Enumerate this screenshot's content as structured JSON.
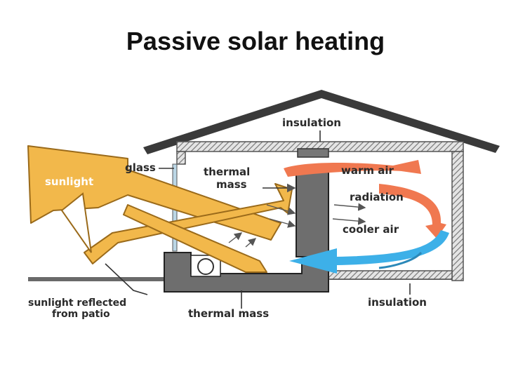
{
  "title": "Passive solar heating",
  "labels": {
    "insulation_top": "insulation",
    "glass": "glass",
    "thermal_mass_wall_line1": "thermal",
    "thermal_mass_wall_line2": "mass",
    "warm_air": "warm air",
    "radiation": "radiation",
    "cooler_air": "cooler air",
    "sunlight": "sunlight",
    "sunlight_reflected_line1": "sunlight reflected",
    "sunlight_reflected_line2": "from patio",
    "thermal_mass_floor": "thermal mass",
    "insulation_bottom": "insulation"
  },
  "colors": {
    "sunlight": "#F2B84B",
    "sunlight_edge": "#9a6a1a",
    "warm_air": "#F07850",
    "cool_air": "#3DB0E8",
    "thermal_mass": "#6e6e6e",
    "roof": "#3a3a3a",
    "insulation_fill": "#d6d6d6"
  }
}
